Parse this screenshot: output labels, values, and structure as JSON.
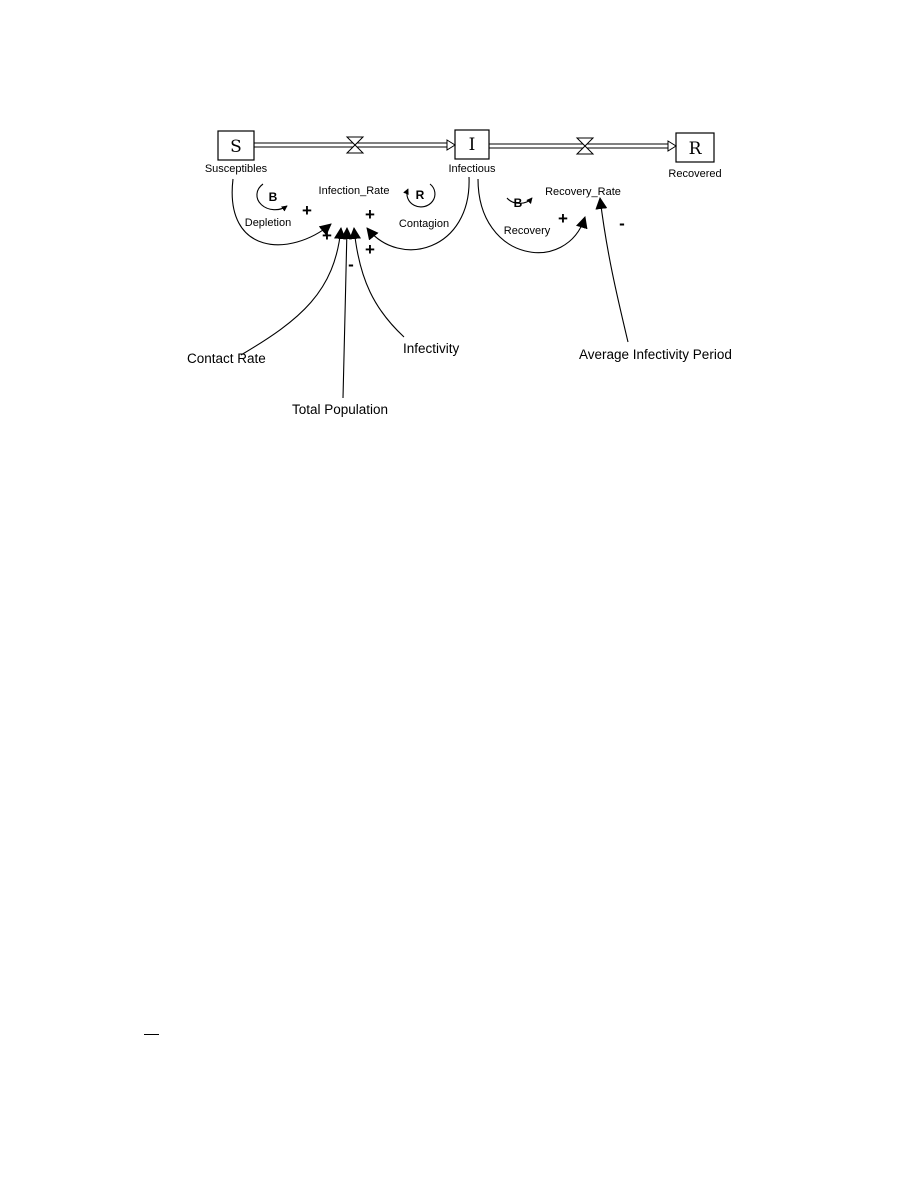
{
  "stocks": {
    "susceptibles": {
      "symbol": "S",
      "name": "Susceptibles"
    },
    "infectious": {
      "symbol": "I",
      "name": "Infectious"
    },
    "recovered": {
      "symbol": "R",
      "name": "Recovered"
    }
  },
  "flows": {
    "infection": {
      "name": "Infection_Rate"
    },
    "recovery": {
      "name": "Recovery_Rate"
    }
  },
  "loops": {
    "depletion": {
      "type": "B",
      "name": "Depletion"
    },
    "contagion": {
      "type": "R",
      "name": "Contagion"
    },
    "recovery": {
      "type": "B",
      "name": "Recovery"
    }
  },
  "auxiliaries": {
    "contact_rate": "Contact Rate",
    "total_population": "Total Population",
    "infectivity": "Infectivity",
    "average_infectivity_period": "Average Infectivity Period"
  },
  "polarities": {
    "susceptibles_to_infection": "+",
    "contact_rate_to_infection": "+",
    "total_population_to_infection": "-",
    "infectivity_to_infection": "+",
    "infectious_to_infection": "+",
    "infectious_to_recovery": "+",
    "period_to_recovery": "-"
  }
}
